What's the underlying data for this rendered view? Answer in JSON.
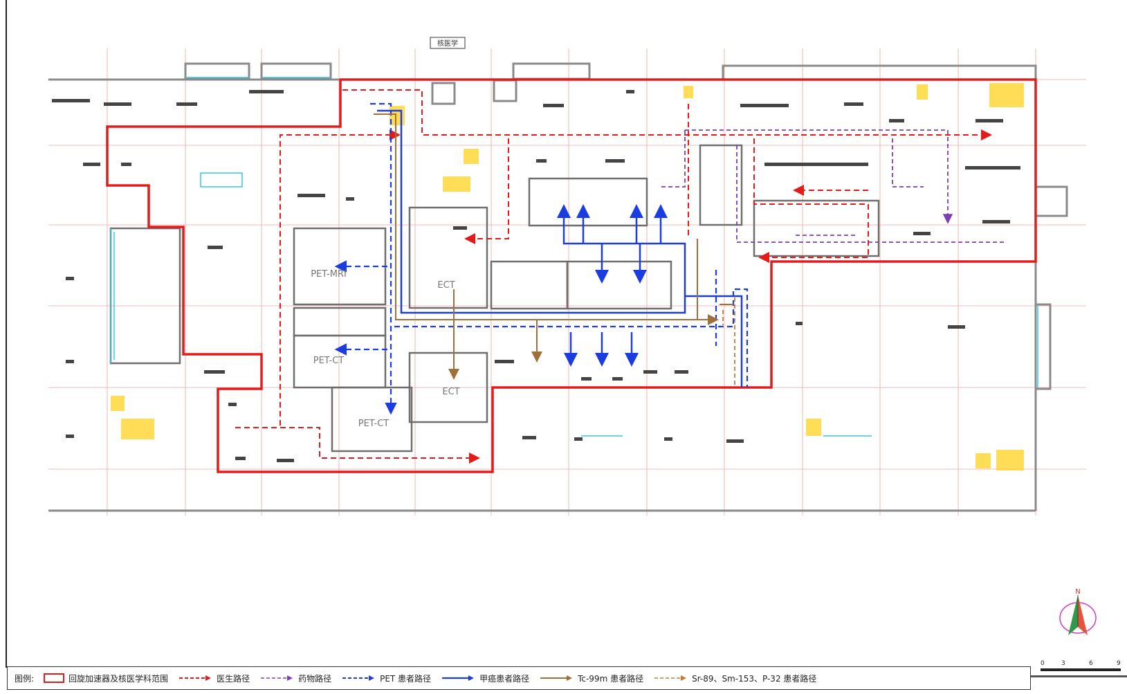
{
  "header": {
    "title_box": "核医学"
  },
  "rooms": {
    "pet_mri": "PET-MRI",
    "pet_ct_1": "PET-CT",
    "pet_ct_2": "PET-CT",
    "ect_1": "ECT",
    "ect_2": "ECT"
  },
  "legend": {
    "title": "图例:",
    "items": [
      {
        "label": "回旋加速器及核医学科范围",
        "kind": "box",
        "color": "#e31b1b"
      },
      {
        "label": "医生路径",
        "kind": "dash-arrow",
        "color": "#e31b1b"
      },
      {
        "label": "药物路径",
        "kind": "dash-arrow-thin",
        "color": "#7b3fb5"
      },
      {
        "label": "PET 患者路径",
        "kind": "dash-arrow",
        "color": "#1a3ce0"
      },
      {
        "label": "甲癌患者路径",
        "kind": "solid-arrow",
        "color": "#1a3ce0"
      },
      {
        "label": "Tc-99m 患者路径",
        "kind": "solid-arrow",
        "color": "#a0703a"
      },
      {
        "label": "Sr-89、Sm-153、P-32 患者路径",
        "kind": "dash-arrow-thin",
        "color": "#c47a35"
      }
    ]
  },
  "compass": {
    "north_label": "N"
  },
  "scale": {
    "labels": [
      "0",
      "3",
      "6",
      "9"
    ]
  },
  "colors": {
    "boundary": "#e31b1b",
    "doctor_path": "#e31b1b",
    "drug_path": "#7b3fb5",
    "pet_path": "#1a3ce0",
    "thyroid_path": "#1a3ce0",
    "tc_path": "#a0703a",
    "sr_path": "#c47a35",
    "grid": "#f08080",
    "walls": "#7a7a7a",
    "cyan": "#35c9e0",
    "yellow": "#ffd21f"
  }
}
